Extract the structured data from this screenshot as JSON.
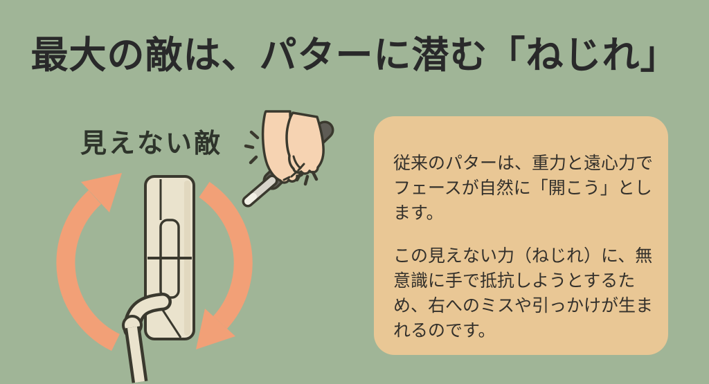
{
  "title": "最大の敵は、パターに潜む「ねじれ」",
  "diagram": {
    "label": "見えない敵",
    "icons": [
      "rotation-arrows-icon",
      "putter-top-view-icon",
      "hands-gripping-club-icon",
      "grip-pressure-marks-icon"
    ]
  },
  "info_box": {
    "paragraph1": "従来のパターは、重力と遠心力でフェースが自然に「開こう」とします。",
    "paragraph2": "この見えない力（ねじれ）に、無意識に手で抵抗しようとするため、右へのミスや引っかけが生まれるのです。"
  },
  "colors": {
    "background": "#a0b597",
    "panel": "#e9c795",
    "title_text": "#29292a",
    "label_text": "#2e342b",
    "body_text": "#33302b",
    "arrow": "#f2a077",
    "putter_fill": "#eae3cd",
    "putter_shade": "#d9d0b4",
    "outline": "#3a392e",
    "skin": "#f6d3b2",
    "grip": "#5e5c55",
    "shaft": "#d8d5cb",
    "shaft_tip": "#f2f0e6"
  }
}
